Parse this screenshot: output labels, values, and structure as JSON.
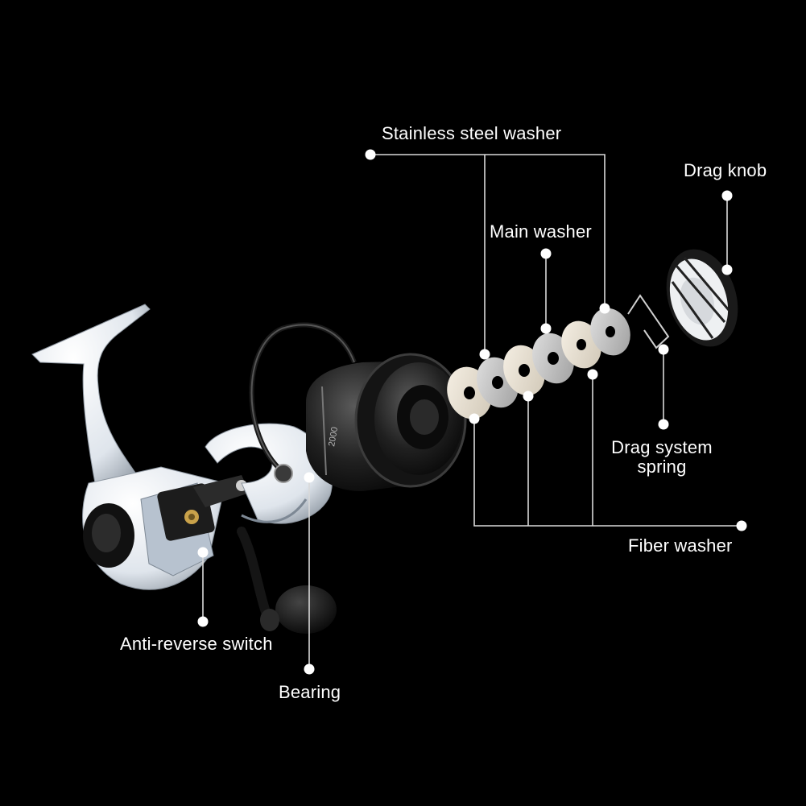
{
  "background": "#000000",
  "colors": {
    "leader_line": "#d9d9d9",
    "dot": "#ffffff",
    "label_text": "#ffffff",
    "reel_body": "#e9eef3",
    "spool": "#1b1b1b",
    "fiber_washer": "#e8e2d6",
    "steel_washer": "#c9c9c9"
  },
  "labels": {
    "stainless_steel_washer": "Stainless steel washer",
    "drag_knob": "Drag knob",
    "main_washer": "Main washer",
    "drag_system_spring_line1": "Drag system",
    "drag_system_spring_line2": "spring",
    "fiber_washer": "Fiber washer",
    "anti_reverse_switch": "Anti-reverse switch",
    "bearing": "Bearing"
  },
  "product": {
    "spool_marking": "2000"
  },
  "icons": {
    "reel": "spinning-reel-exploded-illustration"
  }
}
